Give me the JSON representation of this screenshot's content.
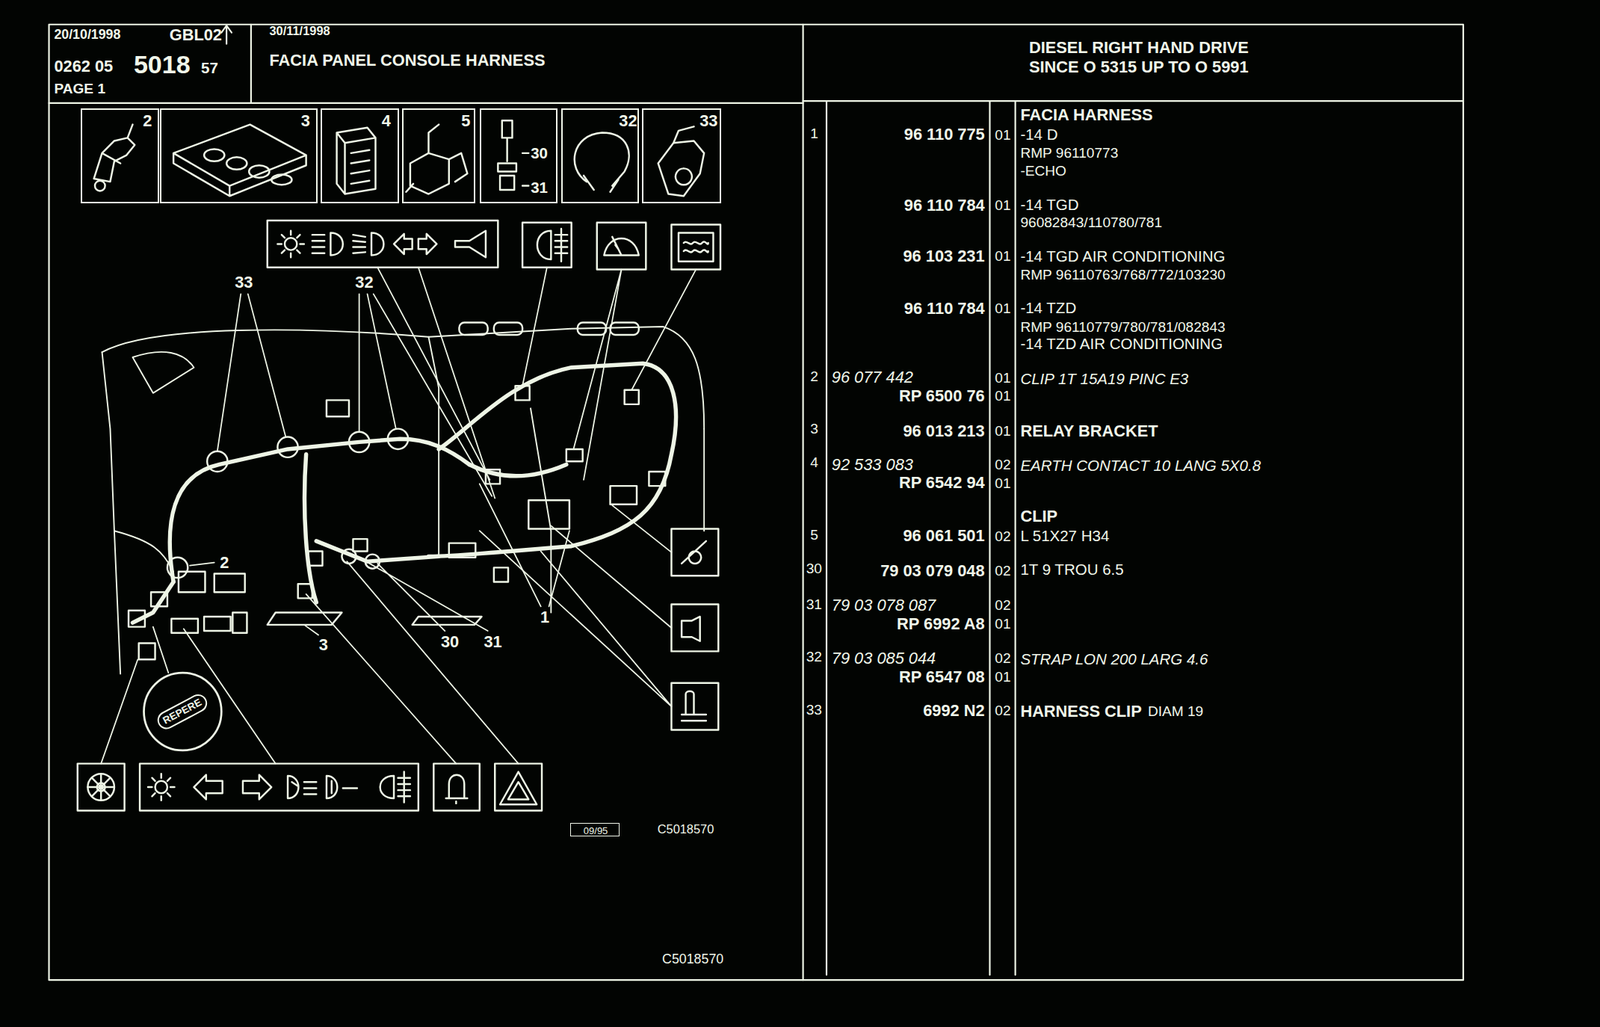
{
  "diagram": {
    "title": "FACIA PANEL CONSOLE HARNESS",
    "nodes": [
      {
        "text": [
          "2"
        ]
      },
      {
        "text": [
          "3"
        ]
      },
      {
        "text": [
          "4"
        ]
      },
      {
        "text": [
          "5"
        ]
      },
      {
        "text": [
          "30",
          "31"
        ]
      },
      {
        "text": [
          "32"
        ]
      },
      {
        "text": [
          "33"
        ]
      },
      {
        "text": [
          "REPERE"
        ]
      },
      {
        "text": [
          "09/95"
        ]
      }
    ],
    "labels": [
      "20/10/1998",
      "GB",
      "L02",
      "0262 05",
      "5018",
      "57",
      "PAGE 1",
      "30/11/1998",
      "DIESEL RIGHT HAND DRIVE",
      "SINCE O 5315 UP TO O 5991",
      "1",
      "96 110 775",
      "01",
      "FACIA HARNESS",
      "-14 D",
      "RMP 96110773",
      "-ECHO",
      "96 110 784",
      "01",
      "-14 TGD",
      "96082843/110780/781",
      "96 103 231",
      "01",
      "-14 TGD AIR CONDITIONING",
      "RMP 96110763/768/772/103230",
      "96 110 784",
      "01",
      "-14 TZD",
      "RMP 96110779/780/781/082843",
      "-14 TZD AIR CONDITIONING",
      "2",
      "96 077 442",
      "01",
      "CLIP 1T 15A19 PINC E3",
      "RP 6500 76",
      "01",
      "3",
      "96 013 213",
      "01",
      "RELAY BRACKET",
      "4",
      "92 533 083",
      "02",
      "EARTH CONTACT 10 LANG 5X0.8",
      "RP 6542 94",
      "01",
      "CLIP",
      "5",
      "96 061 501",
      "02",
      "L 51X27 H34",
      "30",
      "79 03 079 048",
      "02",
      "1T 9 TROU 6.5",
      "31",
      "79 03 078 087",
      "02",
      "RP 6992 A8",
      "01",
      "32",
      "79 03 085 044",
      "02",
      "STRAP LON 200 LARG 4.6",
      "RP 6547 08",
      "01",
      "33",
      "6992 N2",
      "02",
      "HARNESS CLIP",
      "DIAM 19",
      "33",
      "32",
      "2",
      "3",
      "30",
      "31",
      "1",
      "C5018570",
      "C5018570"
    ]
  }
}
